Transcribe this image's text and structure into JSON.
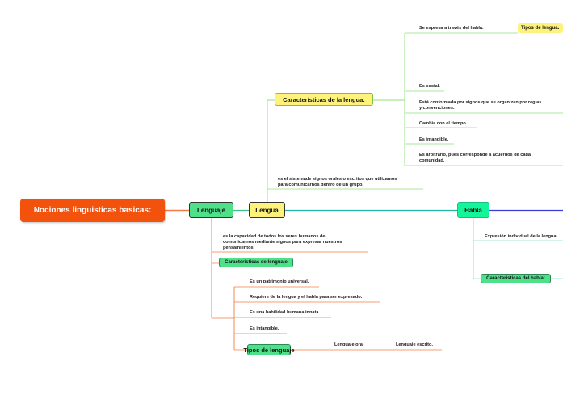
{
  "title": "Nociones linguisticas basicas:",
  "lenguaje": {
    "label": "Lenguaje",
    "definition": [
      "es la capacidad de todos los seres humanos de",
      "comunicarnos mediante signos para expresar nuestros",
      "pensamientos."
    ],
    "caracteristicas_label": "Características de lenguaje",
    "caracteristicas": [
      "Es un patrimonio universal.",
      "Requiere de la lengua y el habla para ser expresado.",
      "Es una habilidad humana innata.",
      "Es intangible."
    ],
    "tipos_label": "Tipos de lenguaje",
    "tipos": [
      "Lenguaje oral",
      "Lenguaje escrito."
    ]
  },
  "lengua": {
    "label": "Lengua",
    "definition": [
      "es el sistemade signos orales o escritos que utilizamos",
      "para comunicarnos dentro de un grupo."
    ],
    "caracteristicas_label": "Características de la lengua:",
    "caracteristicas": [
      [
        "Se expresa a través del habla."
      ],
      [
        "Es social."
      ],
      [
        "Está conformada por signos que se organizan por reglas",
        "y convenciones."
      ],
      [
        "Cambia con el tiempo."
      ],
      [
        "Es intangible."
      ],
      [
        "Es arbitrario, pues corresponde a acuerdos de cada",
        "comunidad."
      ]
    ],
    "tipos_label": "Tipos de lengua."
  },
  "habla": {
    "label": "Habla",
    "definition": "Expresión individual de la lengua",
    "caracteristicas_label": "Características del habla:"
  },
  "colors": {
    "root": "#f2520c",
    "lenguaje": "#4fe08a",
    "lengua": "#fff27a",
    "habla": "#14f59a",
    "branch_orange": "#f27c45",
    "branch_green": "#8fe07a",
    "branch_teal": "#1fb5a0",
    "branch_blue": "#3b3bd6"
  }
}
